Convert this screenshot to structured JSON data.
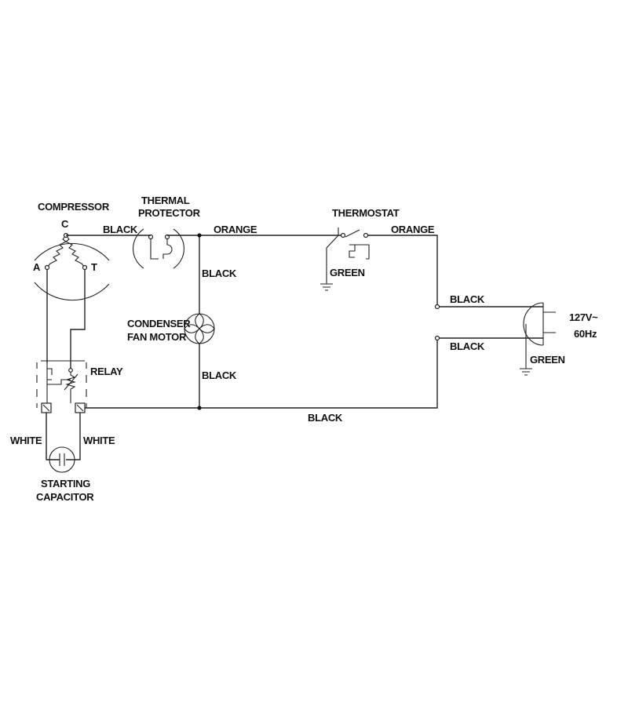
{
  "labels": {
    "compressor": "COMPRESSOR",
    "terminal_c": "C",
    "terminal_a": "A",
    "terminal_t": "T",
    "thermal_protector_line1": "THERMAL",
    "thermal_protector_line2": "PROTECTOR",
    "thermostat": "THERMOSTAT",
    "condenser_line1": "CONDENSER",
    "condenser_line2": "FAN MOTOR",
    "relay": "RELAY",
    "capacitor_line1": "STARTING",
    "capacitor_line2": "CAPACITOR",
    "supply_line1": "127V~",
    "supply_line2": "60Hz"
  },
  "wires": {
    "black_top": "BLACK",
    "orange_left": "ORANGE",
    "orange_right": "ORANGE",
    "black_fan_upper": "BLACK",
    "black_fan_lower": "BLACK",
    "black_bottom": "BLACK",
    "black_plug_upper": "BLACK",
    "black_plug_lower": "BLACK",
    "green_thermostat": "GREEN",
    "green_plug": "GREEN",
    "white_left": "WHITE",
    "white_right": "WHITE"
  }
}
